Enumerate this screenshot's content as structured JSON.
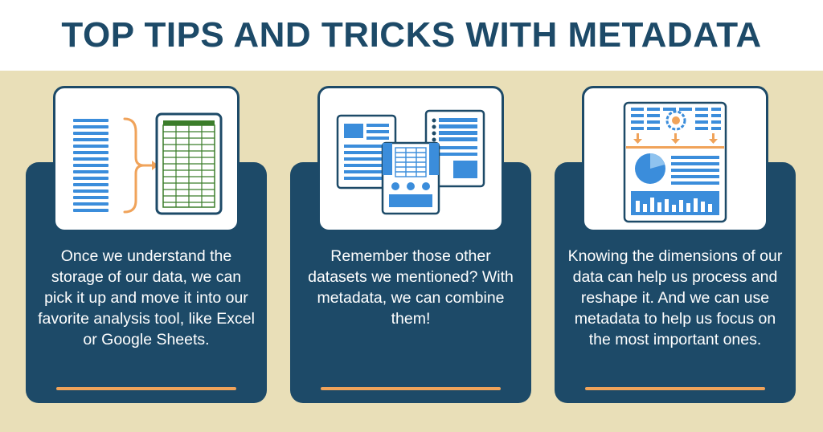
{
  "title": "TOP TIPS AND TRICKS WITH METADATA",
  "colors": {
    "navy": "#1d4a68",
    "beige": "#e9dfb8",
    "orange": "#f0a35a",
    "blue": "#3b8ddb",
    "green": "#3b7d2a"
  },
  "cards": [
    {
      "text": "Once we understand the storage of our data, we can pick it up and move it into our favorite analysis tool, like Excel or Google Sheets.",
      "icon": "spreadsheet-transfer-icon"
    },
    {
      "text": "Remember those other datasets we mentioned? With metadata, we can combine them!",
      "icon": "combine-datasets-icon"
    },
    {
      "text": "Knowing the dimensions of our data can help us process and reshape it. And we can use metadata to help us focus on the most important ones.",
      "icon": "dashboard-process-icon"
    }
  ]
}
